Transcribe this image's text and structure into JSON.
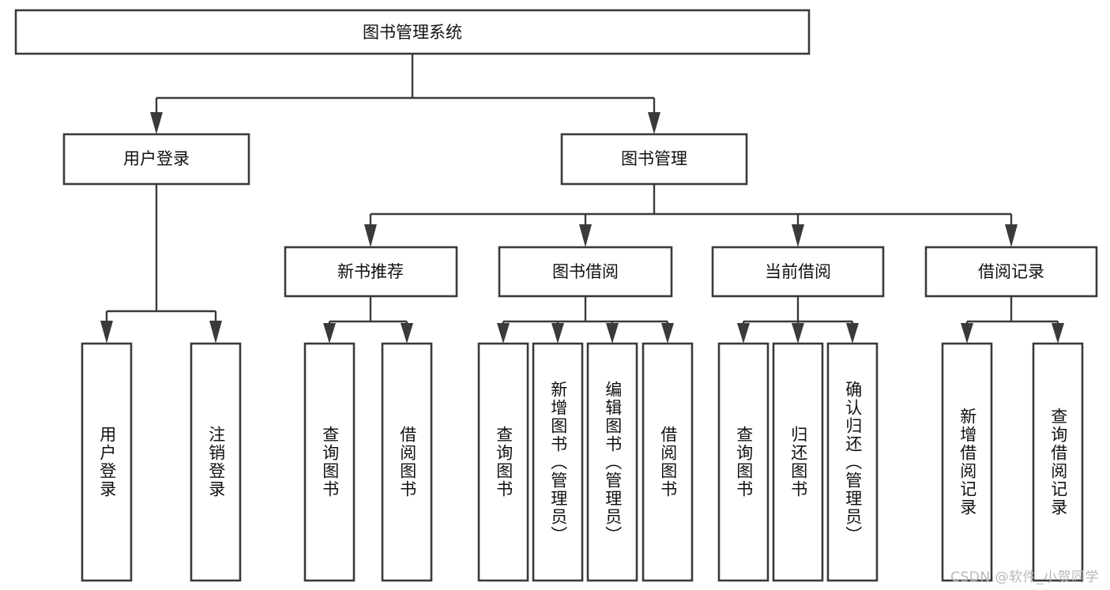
{
  "diagram": {
    "type": "tree-hierarchy",
    "title": "图书管理系统",
    "orientation": "top-down",
    "colors": {
      "box_stroke": "#3a3a3a",
      "box_fill": "#ffffff",
      "connector": "#3a3a3a",
      "text": "#111111",
      "background": "#ffffff",
      "watermark": "#b8b8b8"
    },
    "levels": {
      "root": {
        "label": "图书管理系统"
      },
      "level2": [
        {
          "label": "用户登录"
        },
        {
          "label": "图书管理"
        }
      ],
      "level3": [
        {
          "label": "新书推荐"
        },
        {
          "label": "图书借阅"
        },
        {
          "label": "当前借阅"
        },
        {
          "label": "借阅记录"
        }
      ],
      "leaves": {
        "user_login": [
          {
            "label": "用户登录"
          },
          {
            "label": "注销登录"
          }
        ],
        "new_book_recommend": [
          {
            "label": "查询图书"
          },
          {
            "label": "借阅图书"
          }
        ],
        "book_borrow": [
          {
            "label": "查询图书"
          },
          {
            "label": "新增图书（管理员）"
          },
          {
            "label": "编辑图书（管理员）"
          },
          {
            "label": "借阅图书"
          }
        ],
        "current_borrow": [
          {
            "label": "查询图书"
          },
          {
            "label": "归还图书"
          },
          {
            "label": "确认归还（管理员）"
          }
        ],
        "borrow_records": [
          {
            "label": "新增借阅记录"
          },
          {
            "label": "查询借阅记录"
          }
        ]
      }
    }
  },
  "watermark": {
    "text": "CSDN @软件_小贺同学"
  }
}
